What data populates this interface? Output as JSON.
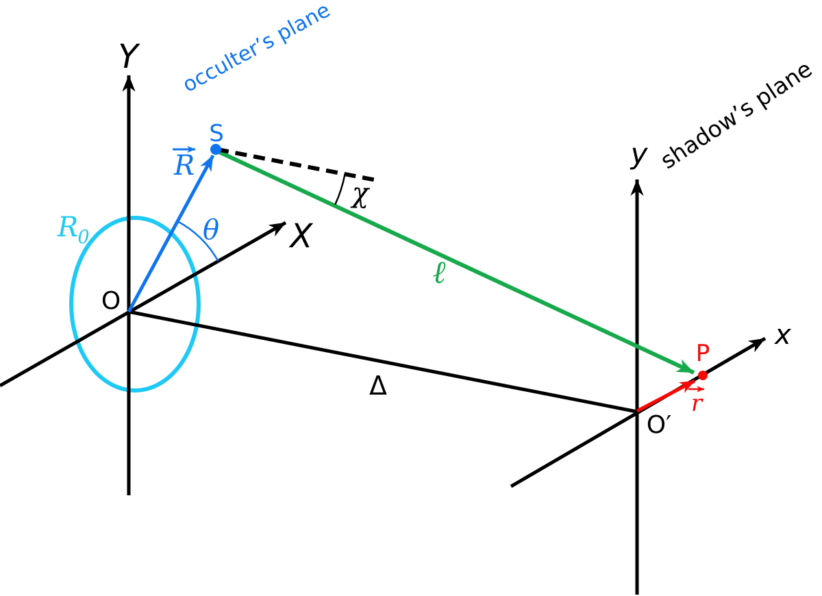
{
  "colors": {
    "blue": "#0f74f0",
    "cyan": "#1fc9f5",
    "green": "#17a94c",
    "red": "#f90805",
    "black": "#000000"
  },
  "occulter_plane": {
    "title": "occulter’s plane",
    "y_axis": "Y",
    "x_axis": "X",
    "origin": "O",
    "radius_symbol": "R",
    "radius_subscript": "0",
    "vector_symbol": "R",
    "source_point": "S",
    "angle": "θ"
  },
  "shadow_plane": {
    "title": "shadow’s plane",
    "y_axis": "y",
    "x_axis": "x",
    "origin": "O′",
    "vector_symbol": "r",
    "point": "P"
  },
  "geometry": {
    "separation": "Δ",
    "path_length": "ℓ",
    "deflection_angle": "χ"
  }
}
